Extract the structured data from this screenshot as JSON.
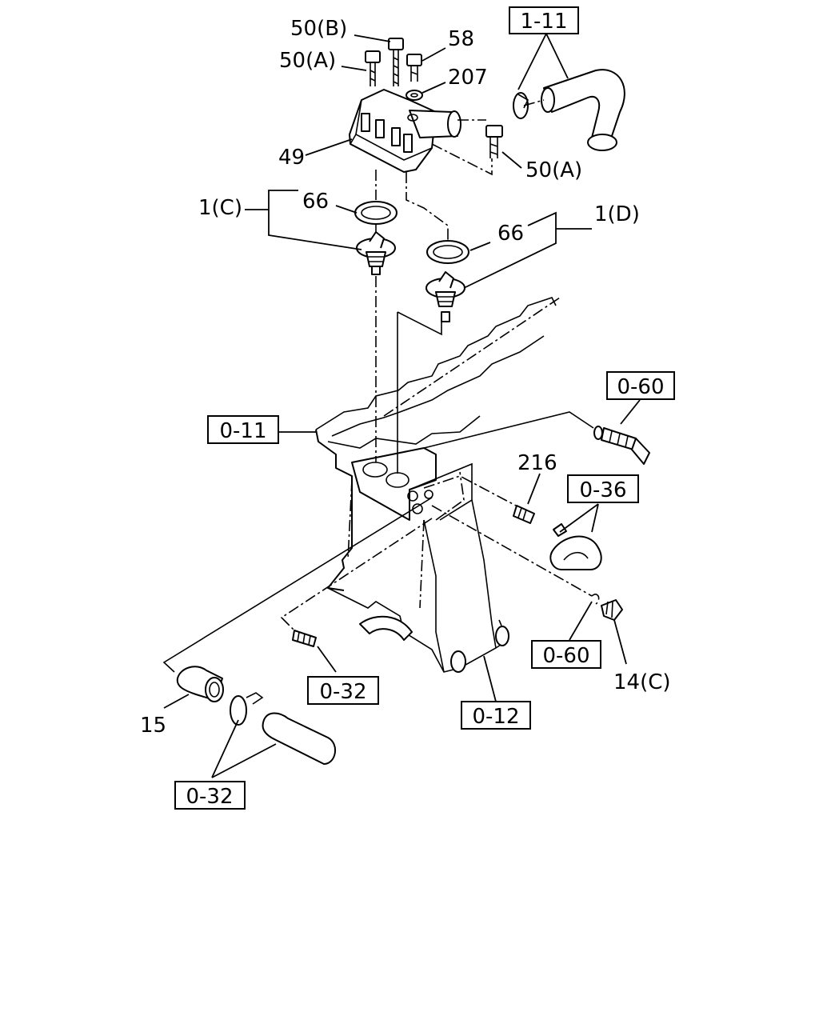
{
  "labels": {
    "bolt_50b": "50(B)",
    "bolt_50a_top": "50(A)",
    "bolt_58": "58",
    "washer_207": "207",
    "housing_49": "49",
    "bolt_50a_right": "50(A)",
    "thermostat_1c": "1(C)",
    "gasket_66_left": "66",
    "gasket_66_right": "66",
    "thermostat_1d": "1(D)",
    "sensor_216": "216",
    "elbow_15": "15",
    "plug_14c": "14(C)"
  },
  "references": {
    "ref_1_11": "1-11",
    "ref_0_60_top": "0-60",
    "ref_0_11": "0-11",
    "ref_0_36": "0-36",
    "ref_0_60_bottom": "0-60",
    "ref_0_32_mid": "0-32",
    "ref_0_12": "0-12",
    "ref_0_32_bottom": "0-32"
  }
}
